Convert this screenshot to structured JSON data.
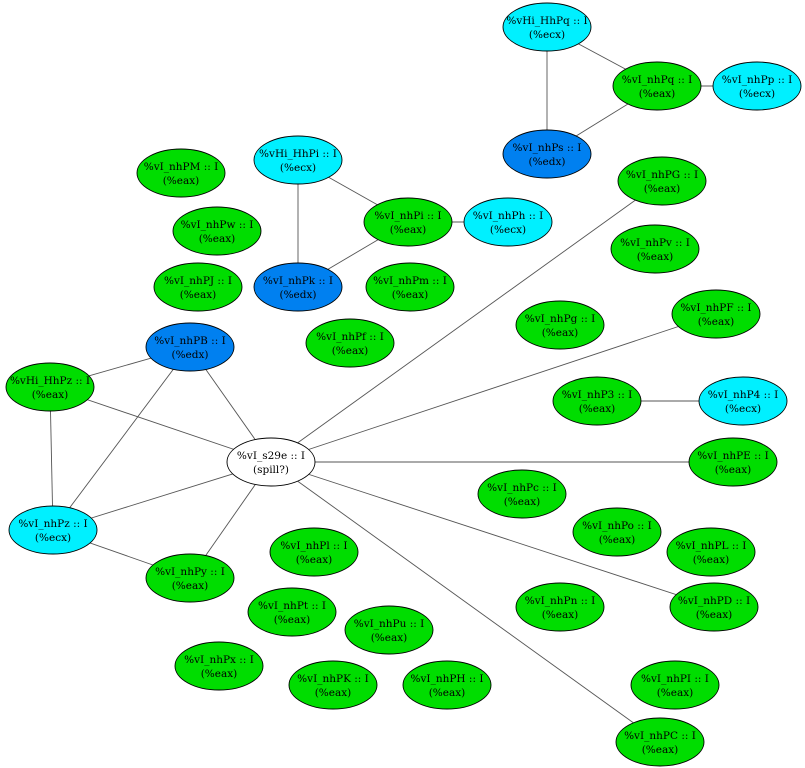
{
  "colors": {
    "green": "#00dd00",
    "cyan": "#00f0ff",
    "blue": "#0080f0",
    "white": "#ffffff",
    "edge": "#555555"
  },
  "nodes": [
    {
      "id": "HhPq",
      "line1": "%vHi_HhPq :: I",
      "line2": "(%ecx)",
      "color": "cyan"
    },
    {
      "id": "nhPq",
      "line1": "%vI_nhPq :: I",
      "line2": "(%eax)",
      "color": "green"
    },
    {
      "id": "nhPp",
      "line1": "%vI_nhPp :: I",
      "line2": "(%ecx)",
      "color": "cyan"
    },
    {
      "id": "nhPs",
      "line1": "%vI_nhPs :: I",
      "line2": "(%edx)",
      "color": "blue"
    },
    {
      "id": "nhPM",
      "line1": "%vI_nhPM :: I",
      "line2": "(%eax)",
      "color": "green"
    },
    {
      "id": "HhPi",
      "line1": "%vHi_HhPi :: I",
      "line2": "(%ecx)",
      "color": "cyan"
    },
    {
      "id": "nhPG",
      "line1": "%vI_nhPG :: I",
      "line2": "(%eax)",
      "color": "green"
    },
    {
      "id": "nhPw",
      "line1": "%vI_nhPw :: I",
      "line2": "(%eax)",
      "color": "green"
    },
    {
      "id": "nhPi",
      "line1": "%vI_nhPi :: I",
      "line2": "(%eax)",
      "color": "green"
    },
    {
      "id": "nhPh",
      "line1": "%vI_nhPh :: I",
      "line2": "(%ecx)",
      "color": "cyan"
    },
    {
      "id": "nhPv",
      "line1": "%vI_nhPv :: I",
      "line2": "(%eax)",
      "color": "green"
    },
    {
      "id": "nhPJ",
      "line1": "%vI_nhPJ :: I",
      "line2": "(%eax)",
      "color": "green"
    },
    {
      "id": "nhPk",
      "line1": "%vI_nhPk :: I",
      "line2": "(%edx)",
      "color": "blue"
    },
    {
      "id": "nhPm",
      "line1": "%vI_nhPm :: I",
      "line2": "(%eax)",
      "color": "green"
    },
    {
      "id": "nhPF",
      "line1": "%vI_nhPF :: I",
      "line2": "(%eax)",
      "color": "green"
    },
    {
      "id": "nhPg",
      "line1": "%vI_nhPg :: I",
      "line2": "(%eax)",
      "color": "green"
    },
    {
      "id": "nhPf",
      "line1": "%vI_nhPf :: I",
      "line2": "(%eax)",
      "color": "green"
    },
    {
      "id": "nhPB",
      "line1": "%vI_nhPB :: I",
      "line2": "(%edx)",
      "color": "blue"
    },
    {
      "id": "HhPz",
      "line1": "%vHi_HhPz :: I",
      "line2": "(%eax)",
      "color": "green"
    },
    {
      "id": "nhP3",
      "line1": "%vI_nhP3 :: I",
      "line2": "(%eax)",
      "color": "green"
    },
    {
      "id": "nhP4",
      "line1": "%vI_nhP4 :: I",
      "line2": "(%ecx)",
      "color": "cyan"
    },
    {
      "id": "s29e",
      "line1": "%vI_s29e :: I",
      "line2": "(spill?)",
      "color": "white"
    },
    {
      "id": "nhPE",
      "line1": "%vI_nhPE :: I",
      "line2": "(%eax)",
      "color": "green"
    },
    {
      "id": "nhPc",
      "line1": "%vI_nhPc :: I",
      "line2": "(%eax)",
      "color": "green"
    },
    {
      "id": "nhPz",
      "line1": "%vI_nhPz :: I",
      "line2": "(%ecx)",
      "color": "cyan"
    },
    {
      "id": "nhPo",
      "line1": "%vI_nhPo :: I",
      "line2": "(%eax)",
      "color": "green"
    },
    {
      "id": "nhPl",
      "line1": "%vI_nhPl :: I",
      "line2": "(%eax)",
      "color": "green"
    },
    {
      "id": "nhPL",
      "line1": "%vI_nhPL :: I",
      "line2": "(%eax)",
      "color": "green"
    },
    {
      "id": "nhPy",
      "line1": "%vI_nhPy :: I",
      "line2": "(%eax)",
      "color": "green"
    },
    {
      "id": "nhPD",
      "line1": "%vI_nhPD :: I",
      "line2": "(%eax)",
      "color": "green"
    },
    {
      "id": "nhPt",
      "line1": "%vI_nhPt :: I",
      "line2": "(%eax)",
      "color": "green"
    },
    {
      "id": "nhPn",
      "line1": "%vI_nhPn :: I",
      "line2": "(%eax)",
      "color": "green"
    },
    {
      "id": "nhPu",
      "line1": "%vI_nhPu :: I",
      "line2": "(%eax)",
      "color": "green"
    },
    {
      "id": "nhPx",
      "line1": "%vI_nhPx :: I",
      "line2": "(%eax)",
      "color": "green"
    },
    {
      "id": "nhPK",
      "line1": "%vI_nhPK :: I",
      "line2": "(%eax)",
      "color": "green"
    },
    {
      "id": "nhPH",
      "line1": "%vI_nhPH :: I",
      "line2": "(%eax)",
      "color": "green"
    },
    {
      "id": "nhPI",
      "line1": "%vI_nhPI :: I",
      "line2": "(%eax)",
      "color": "green"
    },
    {
      "id": "nhPC",
      "line1": "%vI_nhPC :: I",
      "line2": "(%eax)",
      "color": "green"
    }
  ],
  "edges": [
    [
      "HhPq",
      "nhPq"
    ],
    [
      "HhPq",
      "nhPs"
    ],
    [
      "nhPq",
      "nhPp"
    ],
    [
      "nhPq",
      "nhPs"
    ],
    [
      "HhPi",
      "nhPi"
    ],
    [
      "HhPi",
      "nhPk"
    ],
    [
      "nhPi",
      "nhPh"
    ],
    [
      "nhPi",
      "nhPk"
    ],
    [
      "nhP3",
      "nhP4"
    ],
    [
      "nhPB",
      "HhPz"
    ],
    [
      "nhPB",
      "nhPz"
    ],
    [
      "nhPB",
      "s29e"
    ],
    [
      "HhPz",
      "nhPz"
    ],
    [
      "HhPz",
      "s29e"
    ],
    [
      "nhPz",
      "nhPy"
    ],
    [
      "nhPz",
      "s29e"
    ],
    [
      "s29e",
      "nhPy"
    ],
    [
      "s29e",
      "nhPG"
    ],
    [
      "s29e",
      "nhPF"
    ],
    [
      "s29e",
      "nhPE"
    ],
    [
      "s29e",
      "nhPD"
    ],
    [
      "s29e",
      "nhPC"
    ]
  ]
}
